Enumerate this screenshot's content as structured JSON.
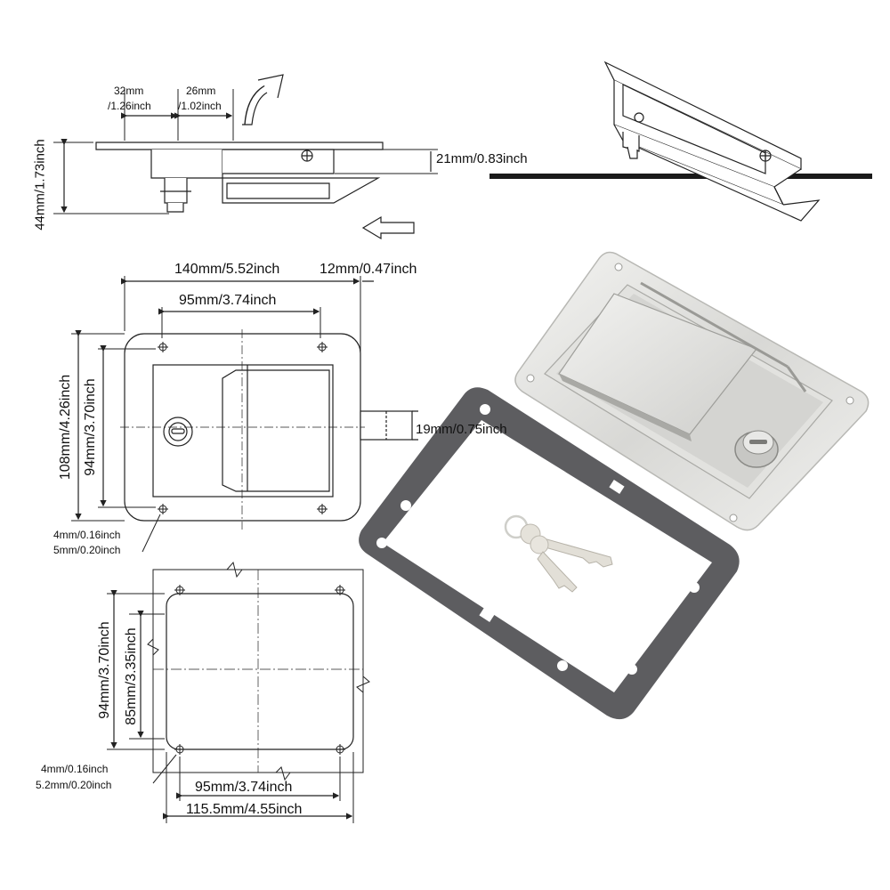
{
  "side_view": {
    "dim_32": "32mm",
    "dim_32_in": "/1.26inch",
    "dim_26": "26mm",
    "dim_26_in": "/1.02inch",
    "height": "44mm/1.73inch",
    "flange": "21mm/0.83inch"
  },
  "front_view": {
    "width_total": "140mm/5.52inch",
    "width_inner": "95mm/3.74inch",
    "bolt_offset": "12mm/0.47inch",
    "height_total": "108mm/4.26inch",
    "height_inner": "94mm/3.70inch",
    "bolt_length": "19mm/0.75inch",
    "hole_1": "4mm/0.16inch",
    "hole_2": "5mm/0.20inch"
  },
  "cutout_view": {
    "height_outer": "94mm/3.70inch",
    "height_inner": "85mm/3.35inch",
    "hole_1": "4mm/0.16inch",
    "hole_2": "5.2mm/0.20inch",
    "width_inner": "95mm/3.74inch",
    "width_outer": "115.5mm/4.55inch"
  },
  "colors": {
    "line": "#222222",
    "steel_light": "#eeeeec",
    "steel_mid": "#c9c9c6",
    "steel_dark": "#8f8f8c",
    "gasket": "#5f5f62"
  }
}
